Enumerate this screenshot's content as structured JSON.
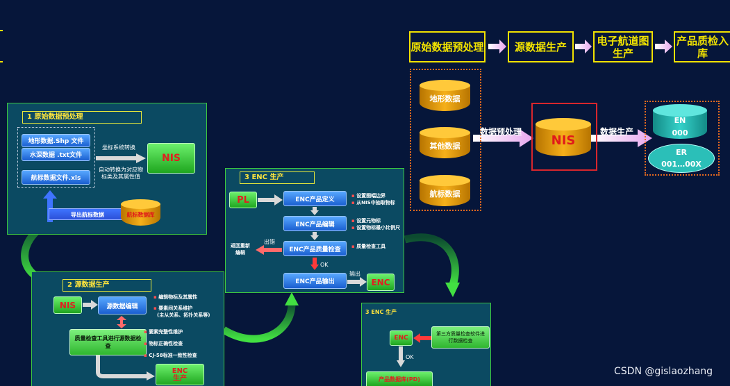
{
  "top_flow": {
    "steps": [
      "原始数据预处理",
      "源数据生产",
      "电子航道图生产",
      "产品质检入库"
    ]
  },
  "right_diagram": {
    "sources": [
      "地形数据",
      "其他数据",
      "航标数据"
    ],
    "arrow1_label": "数据预处理",
    "nis_label": "NIS",
    "arrow2_label": "数据生产",
    "outputs": [
      {
        "line1": "EN",
        "line2": "000"
      },
      {
        "line1": "ER",
        "line2": "001…00X"
      }
    ]
  },
  "panel1": {
    "title": "1  原始数据预处理",
    "files": [
      "地形数据.Shp 文件",
      "水深数据 .txt文件",
      "航标数据文件.xls"
    ],
    "convert_label": "坐标系统转换",
    "auto_label": "自动转换为对应物标类及其属性值",
    "nis": "NIS",
    "export_label": "导出航标数据",
    "db_label": "航标数据库"
  },
  "panel2": {
    "title": "2  源数据生产",
    "nis": "NIS",
    "edit": "源数据编辑",
    "edit_notes": [
      "编辑物标及其属性",
      "要素间关系维护",
      "(主从关系、拓扑关系等)"
    ],
    "qc": "质量检查工具进行源数据检查",
    "qc_notes": [
      "要素完整性维护",
      "物标正确性检查",
      "CJ-58标准一致性检查"
    ],
    "enc": "ENC\n生产"
  },
  "panel3": {
    "title": "3  ENC 生产",
    "pl": "PL",
    "steps": [
      "ENC产品定义",
      "ENC产品编辑",
      "ENC产品质量检查",
      "ENC产品输出"
    ],
    "def_notes": [
      "设置图幅边界",
      "从NIS中抽取物标"
    ],
    "edit_notes": [
      "设置元物标",
      "设置物标最小比例尺"
    ],
    "qc_notes": [
      "质量检查工具"
    ],
    "error_label": "出错",
    "return_label": "返回重新编辑",
    "ok_label": "OK",
    "output_label": "输出",
    "enc": "ENC"
  },
  "panel4": {
    "title": "3  ENC 生产",
    "enc": "ENC",
    "third_party": "第三方质量检查软件进行数据检查",
    "ok_label": "OK",
    "db": "产品数据库(PD)"
  },
  "watermark": "CSDN @gislaozhang",
  "colors": {
    "background": "#06163a",
    "panel": "#0b4a62",
    "accent_yellow": "#f2e300",
    "accent_orange": "#e66b1e",
    "accent_green": "#3ec93e",
    "cyl_orange": "#f0a500",
    "cyl_teal": "#2bbfb8"
  }
}
